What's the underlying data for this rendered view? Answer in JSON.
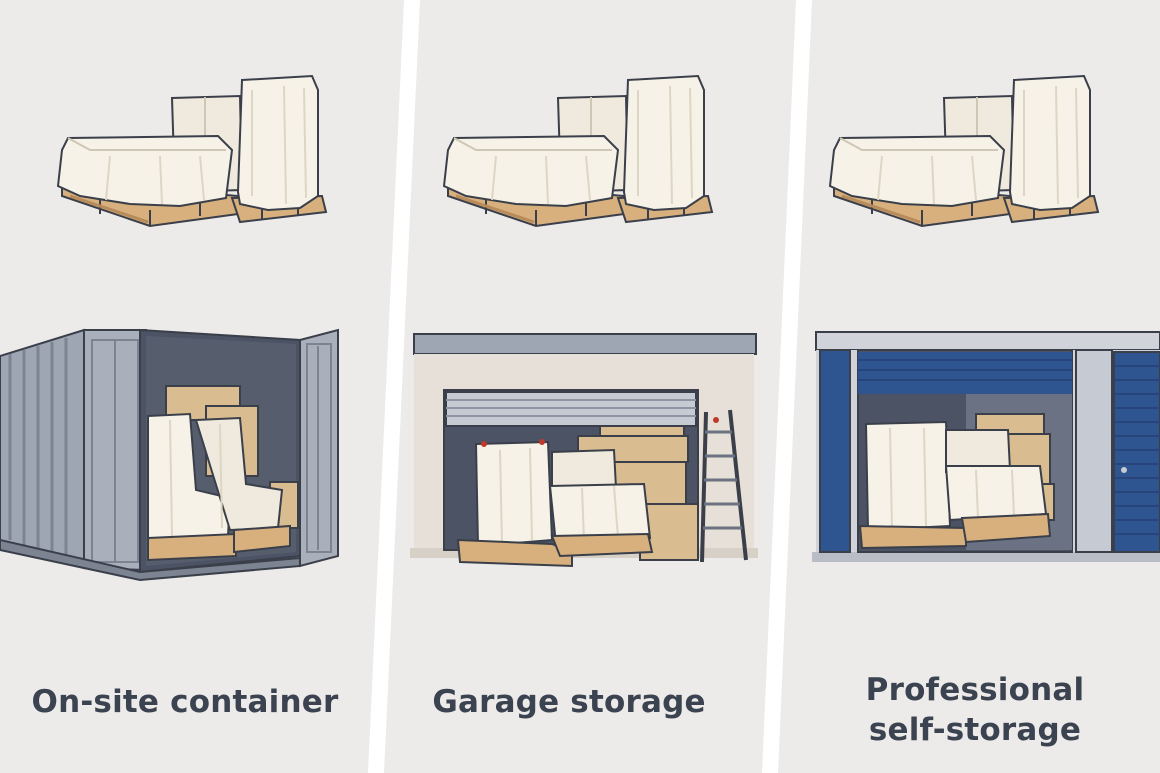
{
  "panels": [
    {
      "id": "container",
      "caption_lines": [
        "On-site container"
      ]
    },
    {
      "id": "garage",
      "caption_lines": [
        "Garage storage"
      ]
    },
    {
      "id": "self-storage",
      "caption_lines": [
        "Professional",
        "self-storage"
      ]
    }
  ],
  "colors": {
    "background": "#ecebea",
    "divider": "#ffffff",
    "outline": "#3a3f4a",
    "cloth": "#f6f2e8",
    "cloth_shade": "#e2dbcb",
    "pallet": "#d7b07e",
    "pallet_dark": "#b88c5a",
    "box": "#d9bd91",
    "box_dark": "#c39f70",
    "container_metal": "#9ea6b3",
    "container_dark": "#7c8492",
    "garage_wall": "#e6e0d8",
    "garage_interior": "#4b5364",
    "storage_blue": "#2f5591",
    "storage_frame": "#d0d4da",
    "caption": "#3b4250"
  },
  "icons": [
    "covered-table-icon",
    "covered-cabinet-icon",
    "pallet-icon",
    "shipping-container-icon",
    "garage-icon",
    "storage-unit-icon",
    "ladder-icon",
    "cardboard-box-icon"
  ]
}
